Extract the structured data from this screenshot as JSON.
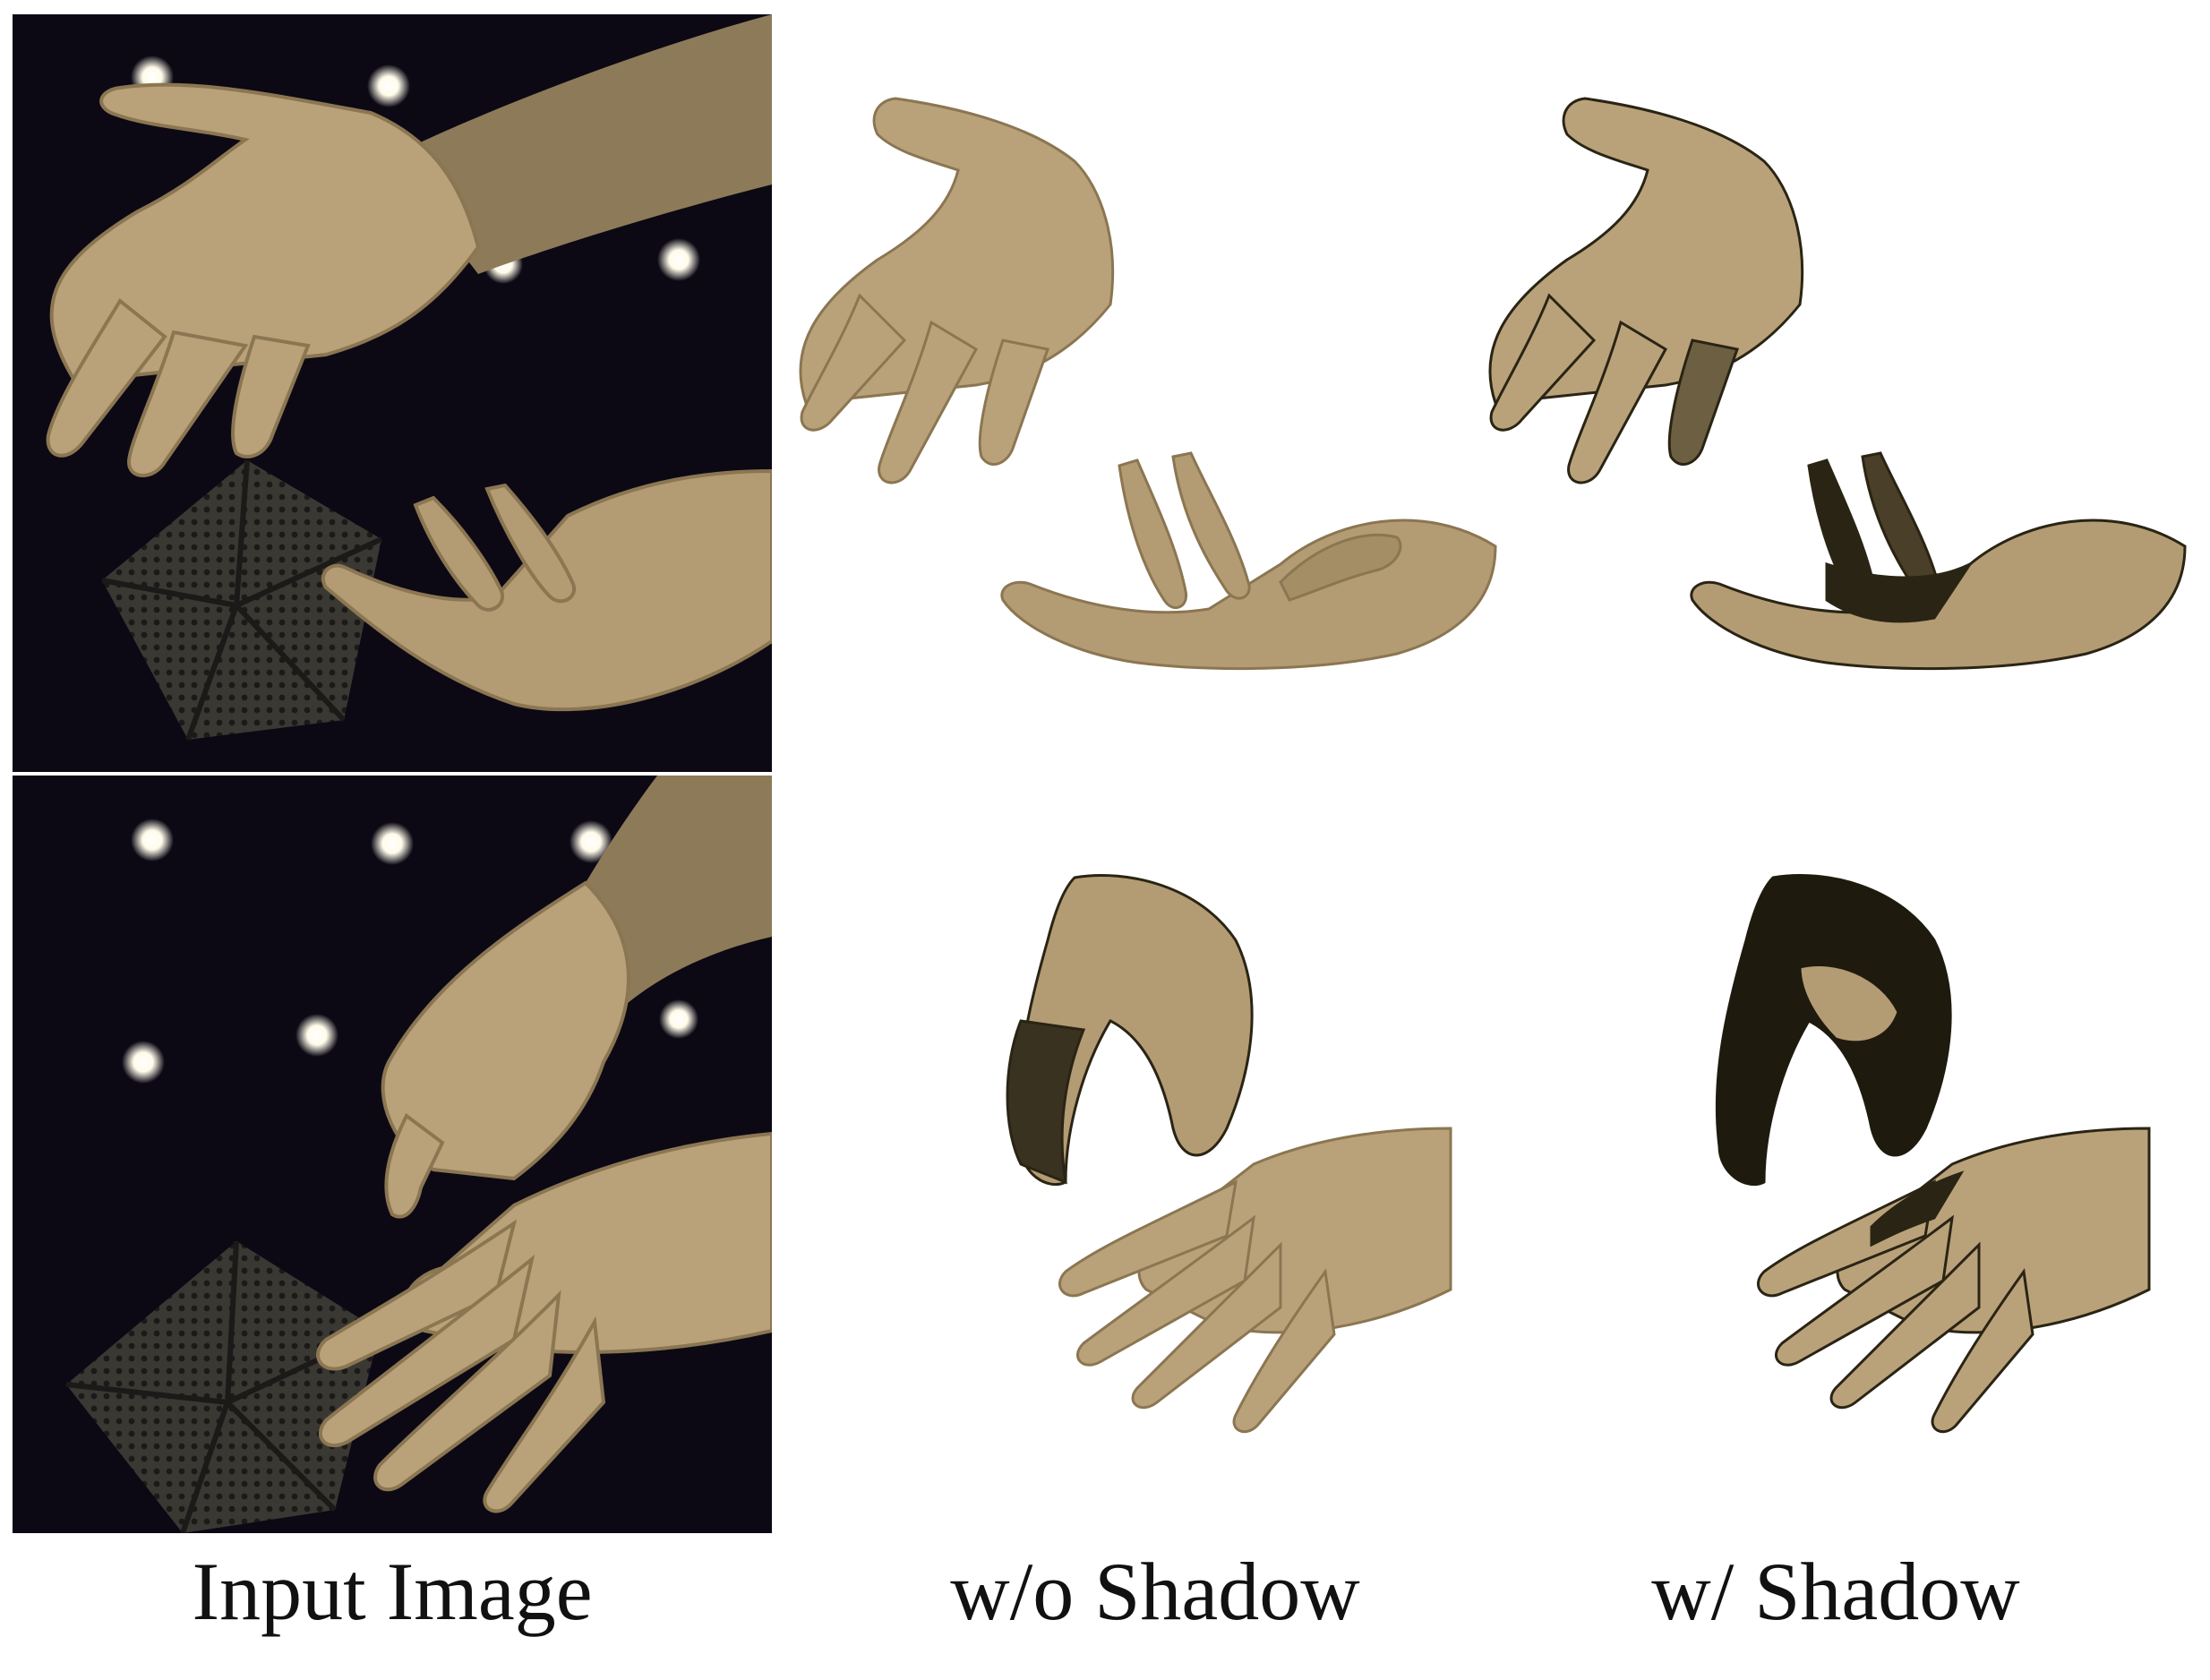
{
  "captions": {
    "input": "Input Image",
    "without_shadow": "w/o Shadow",
    "with_shadow": "w/ Shadow"
  },
  "colors": {
    "background": "#ffffff",
    "photo_background": "#0c0915",
    "skin": "#b9a27a",
    "skin_dark": "#8b7652",
    "shadow": "#2a2414",
    "light": "#fffbea",
    "calibration_board": "#3a3833"
  }
}
